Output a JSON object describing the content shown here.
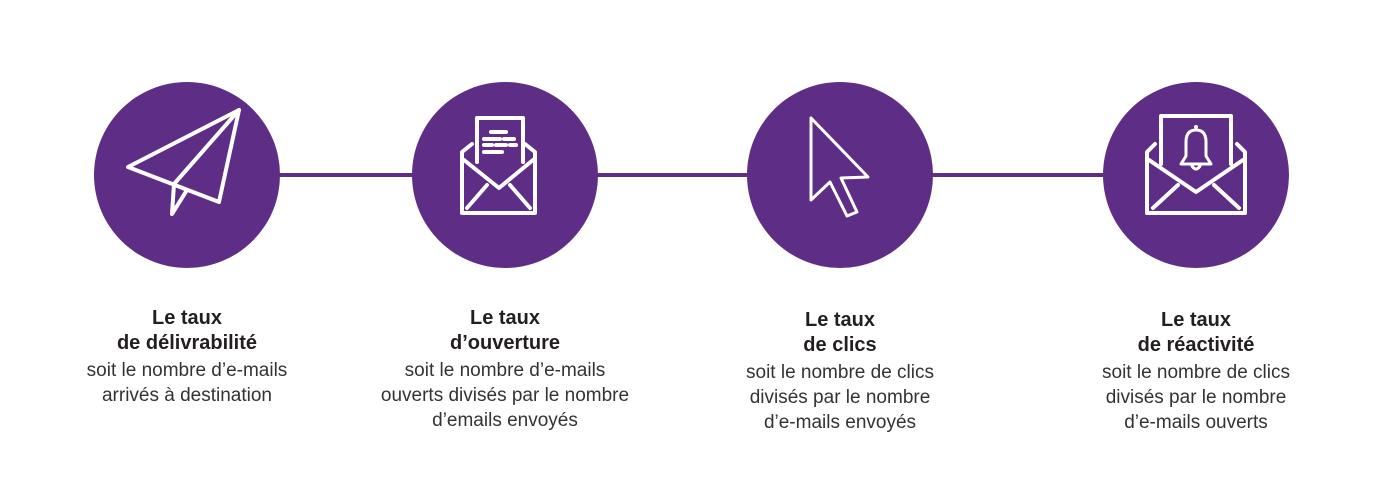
{
  "colors": {
    "accent": "#5e2d86",
    "icon": "#ffffff",
    "title_text": "#231f20",
    "desc_text": "#333333",
    "background": "#ffffff"
  },
  "steps": [
    {
      "icon": "paper-plane-icon",
      "title_line1": "Le taux",
      "title_line2": "de délivrabilité",
      "desc_lines": [
        "soit le nombre d’e-mails",
        "arrivés à destination"
      ]
    },
    {
      "icon": "open-envelope-letter-icon",
      "title_line1": "Le taux",
      "title_line2": "d’ouverture",
      "desc_lines": [
        "soit le nombre d’e-mails",
        "ouverts divisés par le nombre",
        "d’emails envoyés"
      ]
    },
    {
      "icon": "mouse-pointer-icon",
      "title_line1": "Le taux",
      "title_line2": "de clics",
      "desc_lines": [
        "soit le nombre de clics",
        "divisés par le nombre",
        "d’e-mails envoyés"
      ]
    },
    {
      "icon": "envelope-bell-icon",
      "title_line1": "Le taux",
      "title_line2": "de réactivité",
      "desc_lines": [
        "soit le nombre de clics",
        "divisés par le nombre",
        "d’e-mails ouverts"
      ]
    }
  ]
}
